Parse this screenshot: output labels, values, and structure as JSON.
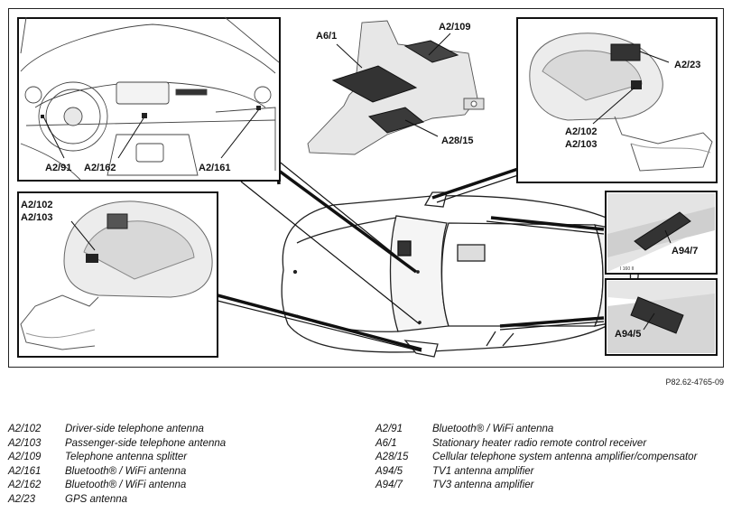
{
  "doc_ref": "P82.62-4765-09",
  "callouts": {
    "a2_91": "A2/91",
    "a2_162": "A2/162",
    "a2_161": "A2/161",
    "a6_1": "A6/1",
    "a2_109": "A2/109",
    "a28_15": "A28/15",
    "a2_23": "A2/23",
    "a2_102": "A2/102",
    "a2_103": "A2/103",
    "a94_7": "A94/7",
    "a94_5": "A94/5",
    "scale": "I    160  II"
  },
  "legend_left": [
    {
      "code": "A2/102",
      "desc": "Driver-side telephone antenna"
    },
    {
      "code": "A2/103",
      "desc": "Passenger-side telephone antenna"
    },
    {
      "code": "A2/109",
      "desc": "Telephone antenna splitter"
    },
    {
      "code": "A2/161",
      "desc": "Bluetooth® / WiFi antenna"
    },
    {
      "code": "A2/162",
      "desc": "Bluetooth® / WiFi antenna"
    },
    {
      "code": "A2/23",
      "desc": "GPS antenna"
    }
  ],
  "legend_right": [
    {
      "code": "A2/91",
      "desc": "Bluetooth® / WiFi antenna"
    },
    {
      "code": "A6/1",
      "desc": "Stationary heater radio remote control receiver"
    },
    {
      "code": "A28/15",
      "desc": "Cellular telephone system antenna amplifier/compensator"
    },
    {
      "code": "A94/5",
      "desc": "TV1 antenna amplifier"
    },
    {
      "code": "A94/7",
      "desc": "TV3 antenna amplifier"
    }
  ]
}
